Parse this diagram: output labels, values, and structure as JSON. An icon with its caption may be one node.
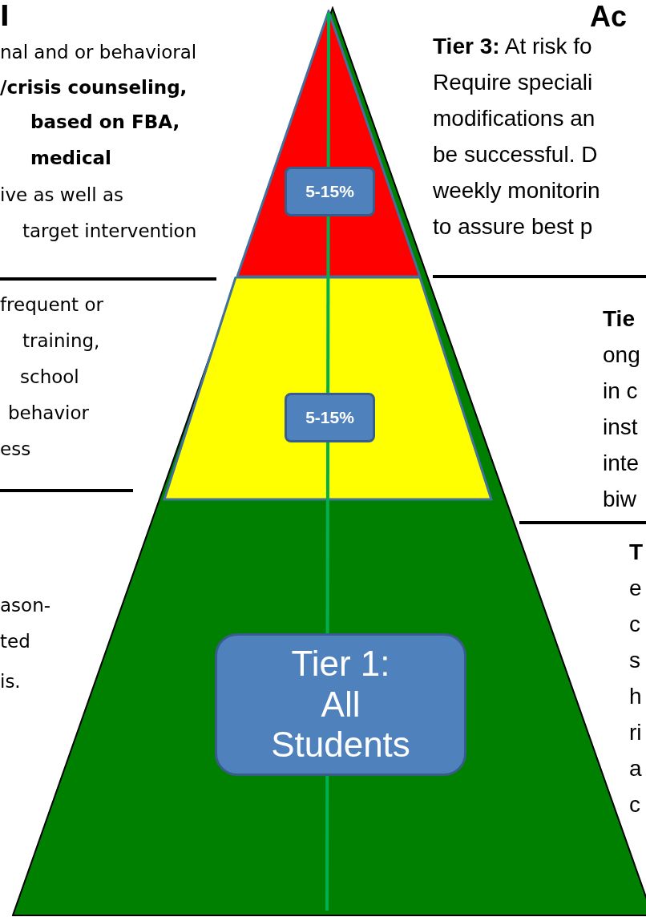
{
  "diagram": {
    "nodes": [
      {
        "text": [],
        "shape": "triangle"
      },
      {
        "text": [],
        "shape": "triangle",
        "in": 0
      },
      {
        "text": [
          "5-15%"
        ],
        "in": 1
      },
      {
        "text": [],
        "shape": "trapezoid",
        "in": 0
      },
      {
        "text": [
          "5-15%"
        ],
        "in": 3
      },
      {
        "text": [
          "Tier 1: All Students"
        ],
        "in": 0
      }
    ],
    "labels": [
      "l",
      "Ac",
      "nal and or behavioral",
      "/crisis counseling,",
      "based on FBA,",
      "medical",
      "ive as well as",
      "target intervention",
      "**Tier 3:** At risk fo",
      "Require speciali",
      "modifications an",
      "be successful.  D",
      "weekly monitorin",
      "to assure best p",
      "frequent or",
      "training,",
      "school",
      "behavior",
      "ess",
      "Tie",
      "ong",
      "in c",
      "inst",
      "inte",
      "biw",
      "ason-",
      "ted",
      "is.",
      "T",
      "e",
      "c",
      "s",
      "h",
      "ri",
      "a",
      "c"
    ]
  }
}
